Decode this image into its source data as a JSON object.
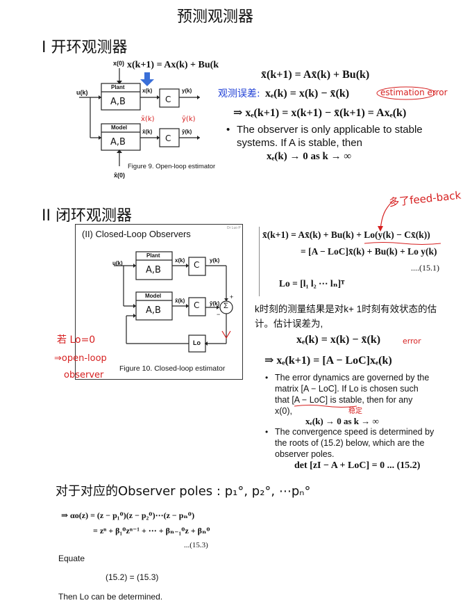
{
  "title": "预测观测器",
  "section1": {
    "heading": "I  开环观测器",
    "state_eq": "x(k+1) = Ax(k) + Bu(k",
    "diagram": {
      "x0_label": "x(0)",
      "u_label": "u(k)",
      "plant_title": "Plant",
      "plant_ab": "A,B",
      "model_title": "Model",
      "model_ab": "A,B",
      "xk": "x(k)",
      "yk": "y(k)",
      "xbar": "x̄(k)",
      "ybar": "ȳ(k)",
      "c1": "C",
      "c2": "C",
      "xhat0": "x̂(0)",
      "caption": "Figure 9. Open-loop estimator",
      "red_x": "x̄(k)",
      "red_y": "ȳ(k)"
    },
    "obs_error_label": "观测误差:",
    "estimation_error_label": "estimation error",
    "eq1": "x̄(k+1) = Ax̄(k) + Bu(k)",
    "eq2": "xₑ(k) = x(k) − x̄(k)",
    "eq3": "⇒  xₑ(k+1) = x(k+1) − x̄(k+1) = Axₑ(k)",
    "bullet1_line1": "The observer is only applicable to stable",
    "bullet1_line2": "systems. If A is stable, then",
    "bullet1_line3": "xₑ(k) → 0 as k → ∞"
  },
  "section2": {
    "heading": "II  闭环观测器",
    "feedback_note": "多了feed-back",
    "panel_title": "(II) Closed-Loop Observers",
    "panel_corner": "Dr Luo P",
    "diagram": {
      "u_label": "u(k)",
      "plant_title": "Plant",
      "plant_ab": "A,B",
      "model_title": "Model",
      "model_ab": "A,B",
      "xk": "x(k)",
      "yk": "y(k)",
      "xbar": "x̄(k)",
      "ybar": "ȳ(k)",
      "c1": "C",
      "c2": "C",
      "sigma": "Σ",
      "plus": "+",
      "minus": "−",
      "lo": "Lo",
      "caption": "Figure 10.  Closed-loop estimator"
    },
    "side_note_1": "若 Lo=0",
    "side_note_2": "⇒open-loop",
    "side_note_3": "observer",
    "eq_a": "x̄(k+1) = Ax̄(k) + Bu(k) + Lo(y(k) − Cx̄(k))",
    "eq_b": "= [A − LoC]x̄(k) + Bu(k) + Lo y(k)",
    "eq_num_151": "....(15.1)",
    "eq_lo": "Lo = [l₁  l₂  ⋯  lₙ]ᵀ",
    "chinese_text_1": "k时刻的测量结果是对k+ 1时刻有效状态的估",
    "chinese_text_2": "计。估计误差为,",
    "eq_err": "xₑ(k) = x(k) − x̄(k)",
    "error_label": "error",
    "eq_err2": "⇒  xₑ(k+1) = [A − LoC]xₑ(k)",
    "b1_l1": "The error dynamics are governed by the",
    "b1_l2": "matrix [A − LoC]. If Lo is chosen such",
    "b1_l3": "that [A − LoC] is stable, then for any",
    "b1_l4": "x(0),",
    "stable_note": "稳定",
    "b1_l5": "xₑ(k) → 0 as k → ∞",
    "b2_l1": "The convergence speed is determined by",
    "b2_l2": "the roots of (15.2) below, which are the",
    "b2_l3": "observer poles.",
    "eq_det": "det [zI − A + LoC] = 0   ... (15.2)"
  },
  "section3": {
    "handwritten": "对于对应的Observer poles : p₁°, p₂°, ⋯pₙ°",
    "eq_alpha1": "⇒ αo(z) = (z − p₁ᴼ)(z − p₂ᴼ)⋯(z − pₙᴼ)",
    "eq_alpha2": "= zⁿ + β₁ᴼzⁿ⁻¹ + ⋯ + βₙ₋₁ᴼz + βₙᴼ",
    "eq_num_153": "...(15.3)",
    "equate": "Equate",
    "equate_eq": "(15.2) = (15.3)",
    "then": "Then Lo can be determined."
  }
}
